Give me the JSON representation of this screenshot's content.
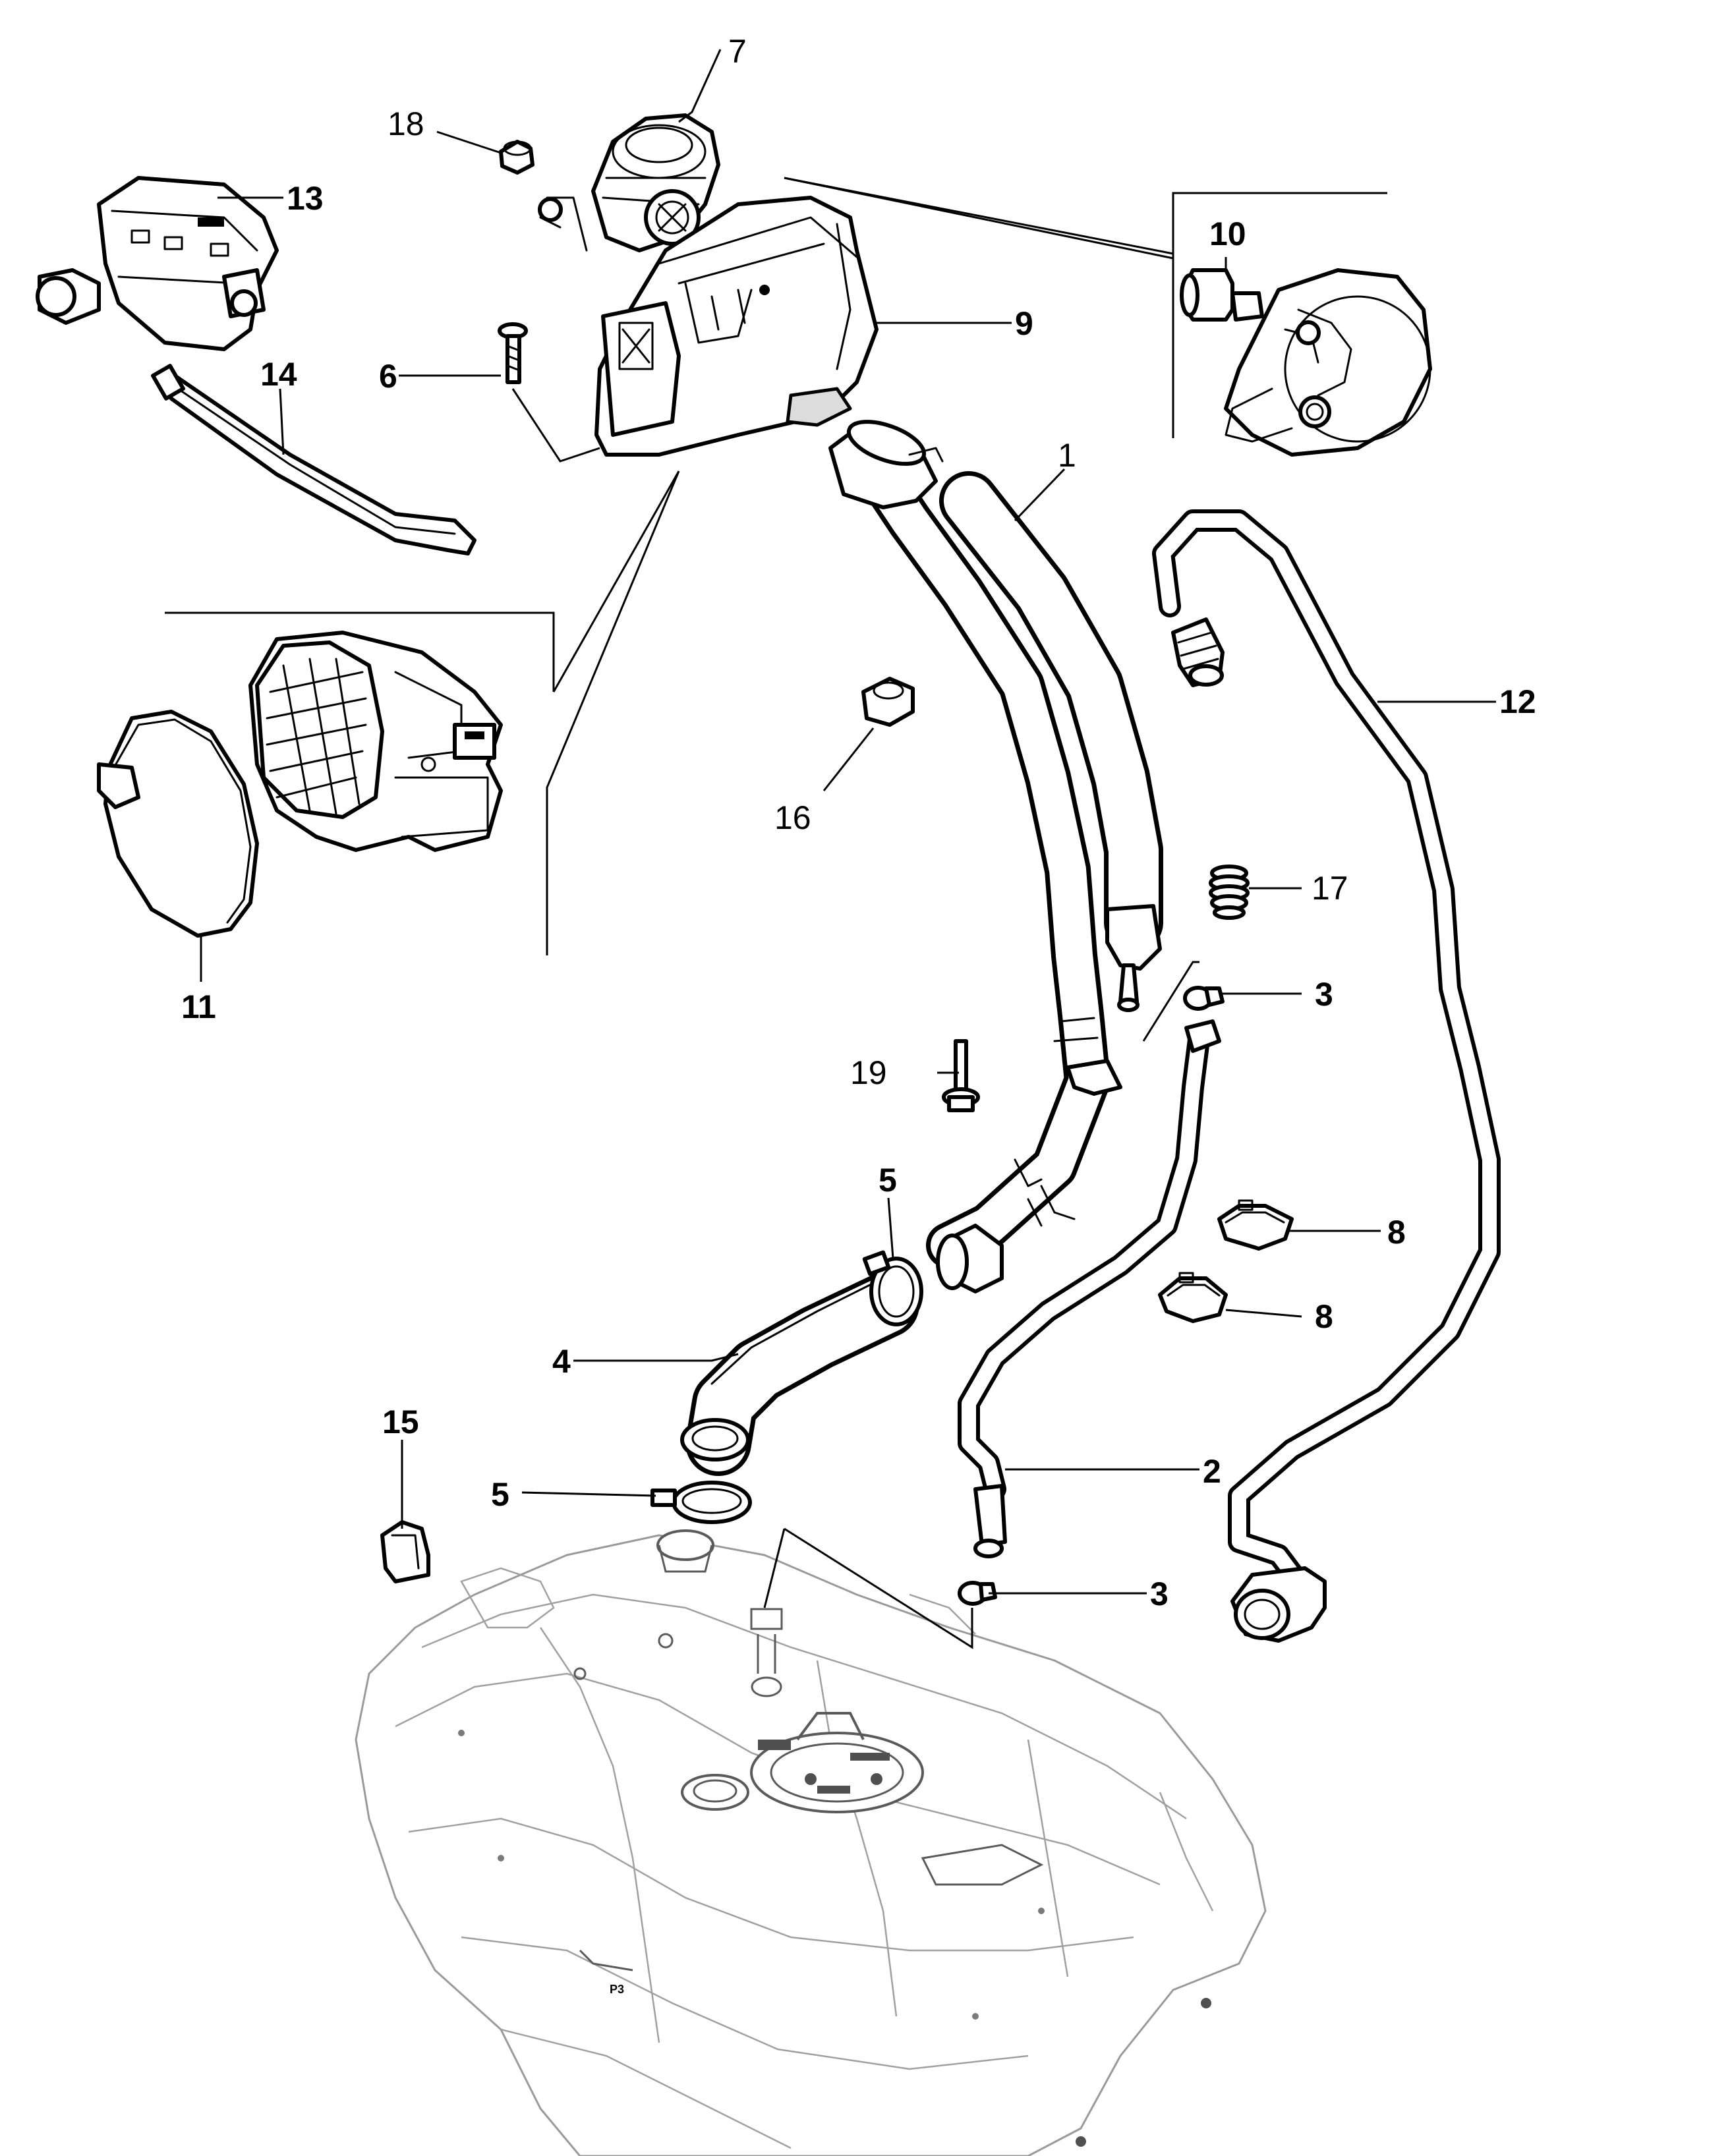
{
  "callouts": {
    "c1": "1",
    "c2": "2",
    "c3a": "3",
    "c3b": "3",
    "c4": "4",
    "c5a": "5",
    "c5b": "5",
    "c6": "6",
    "c7": "7",
    "c8a": "8",
    "c8b": "8",
    "c9": "9",
    "c10": "10",
    "c11": "11",
    "c12": "12",
    "c13": "13",
    "c14": "14",
    "c15": "15",
    "c16": "16",
    "c17": "17",
    "c18": "18",
    "c19": "19"
  },
  "tank_marks": {
    "p3": "P3"
  }
}
